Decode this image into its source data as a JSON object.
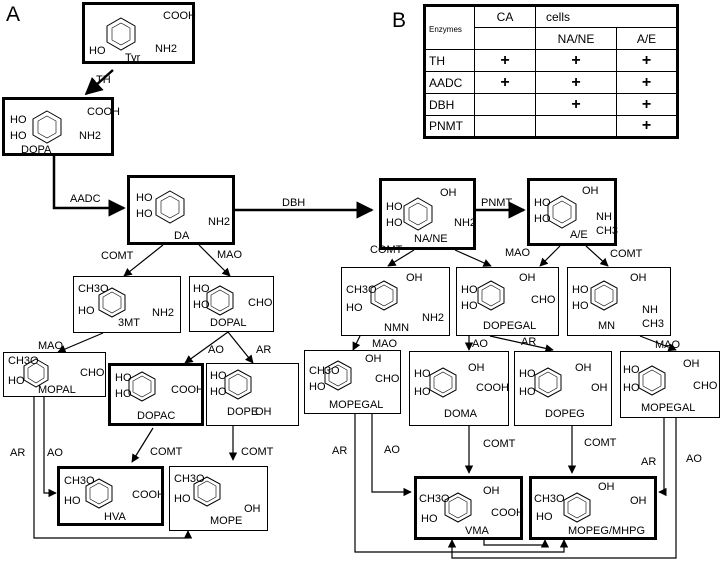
{
  "panels": {
    "a": "A",
    "b": "B"
  },
  "enzyme_table": {
    "header": {
      "corner": "Enzymes",
      "ca": "CA",
      "cells": "cells",
      "col_nane": "NA/NE",
      "col_ae": "A/E"
    },
    "rows": [
      {
        "name": "TH",
        "c1": "+",
        "c2": "+",
        "c3": "+"
      },
      {
        "name": "AADC",
        "c1": "+",
        "c2": "+",
        "c3": "+"
      },
      {
        "name": "DBH",
        "c1": "",
        "c2": "+",
        "c3": "+"
      },
      {
        "name": "PNMT",
        "c1": "",
        "c2": "",
        "c3": "+"
      }
    ]
  },
  "compounds": {
    "tyr": "Tyr",
    "dopa": "DOPA",
    "da": "DA",
    "nane": "NA/NE",
    "ae": "A/E",
    "mt3": "3MT",
    "dopal": "DOPAL",
    "nmn": "NMN",
    "dopegal": "DOPEGAL",
    "mn": "MN",
    "mopal": "MOPAL",
    "dopac": "DOPAC",
    "dope": "DOPE",
    "mopegal_left": "MOPEGAL",
    "doma": "DOMA",
    "dopeg": "DOPEG",
    "mopegal_right": "MOPEGAL",
    "hva": "HVA",
    "mope": "MOPE",
    "vma": "VMA",
    "mopeg": "MOPEG/MHPG"
  },
  "enzymes": {
    "th": "TH",
    "aadc": "AADC",
    "dbh": "DBH",
    "pnmt": "PNMT",
    "comt_da": "COMT",
    "mao_da": "MAO",
    "comt_nane": "COMT",
    "mao_ae": "MAO",
    "comt_ae": "COMT",
    "mao_3mt": "MAO",
    "ao_dopal": "AO",
    "ar_dopal": "AR",
    "mao_nmn": "MAO",
    "ao_dopegal": "AO",
    "ar_dopegal": "AR",
    "mao_mn": "MAO",
    "ar_left": "AR",
    "ao_left": "AO",
    "comt_dopac": "COMT",
    "comt_dope": "COMT",
    "ar_mid": "AR",
    "ao_mid": "AO",
    "comt_doma": "COMT",
    "comt_dopeg": "COMT",
    "ar_right": "AR",
    "ao_right": "AO"
  },
  "groups": {
    "cooh": "COOH",
    "nh2": "NH2",
    "ho": "HO",
    "oh": "OH",
    "ch3o": "CH3O",
    "cho": "CHO",
    "nh": "NH",
    "ch3": "CH3"
  }
}
